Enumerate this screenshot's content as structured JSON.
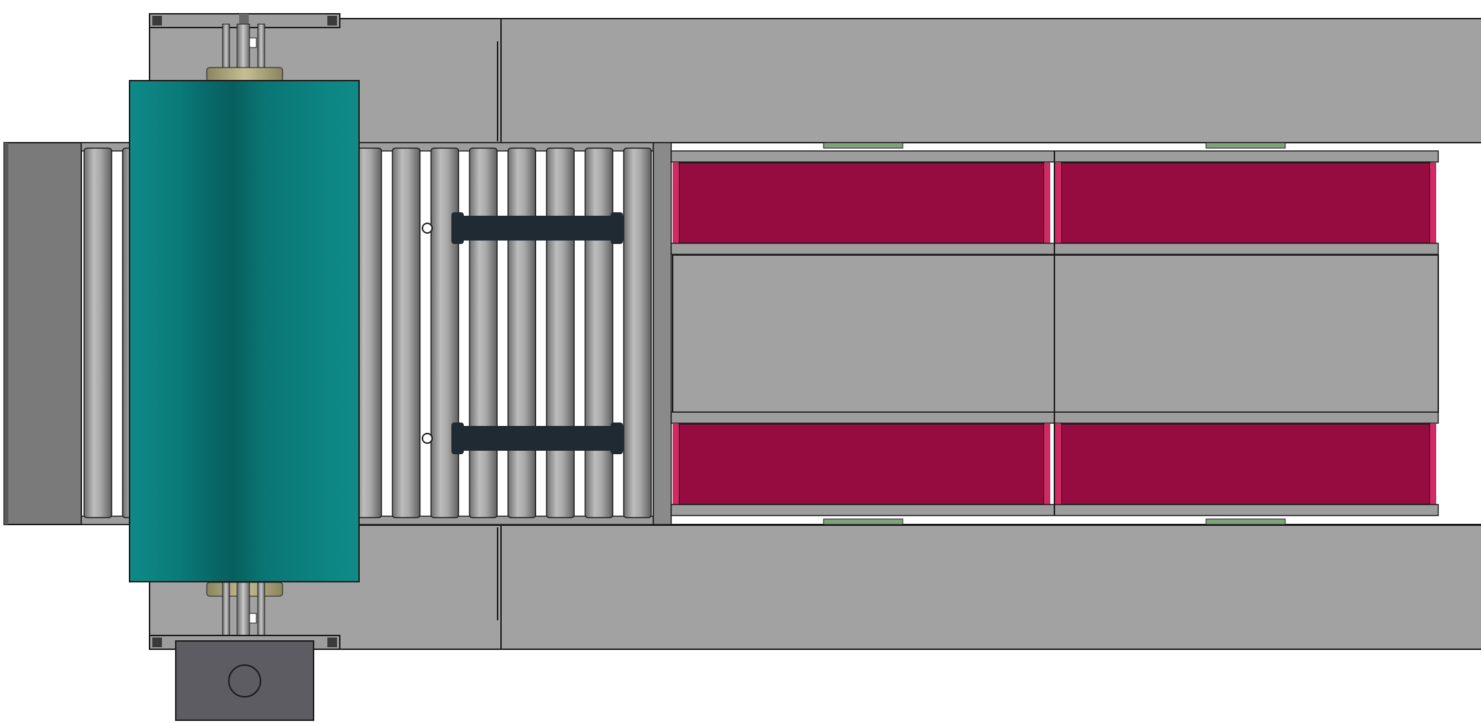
{
  "diagram": {
    "view": "top view",
    "colors": {
      "background": "#ffffff",
      "frame_plate": "#a2a2a2",
      "frame_dark": "#7a7a7a",
      "outline": "#1a1a1a",
      "drum": "#0a7c7b",
      "drum_dark": "#06615f",
      "drum_light": "#1a8f8c",
      "mat_pad": "#960c41",
      "mat_pad_edge": "#d02a63",
      "bearing": "#a9a27a",
      "motor_box": "#5d5c63",
      "chain": "#1f2a33",
      "roller": "#9a9a9a"
    },
    "components": [
      {
        "id": "infeed-plate",
        "icon": "plate-shape"
      },
      {
        "id": "top-frame-plate",
        "icon": "plate-shape"
      },
      {
        "id": "bottom-frame-plate",
        "icon": "plate-shape"
      },
      {
        "id": "roller-conveyor",
        "icon": "roller-bed-shape",
        "roller_count": 15
      },
      {
        "id": "drive-chain-upper",
        "icon": "chain-shape"
      },
      {
        "id": "drive-chain-lower",
        "icon": "chain-shape"
      },
      {
        "id": "drum",
        "icon": "drum-shape"
      },
      {
        "id": "top-bearing-bracket",
        "icon": "bracket-shape"
      },
      {
        "id": "bottom-bearing-bracket",
        "icon": "bracket-shape"
      },
      {
        "id": "motor-box",
        "icon": "motor-shape"
      },
      {
        "id": "press-frame",
        "icon": "frame-shape"
      },
      {
        "id": "press-pads",
        "icon": "pad-shape",
        "pad_count": 4
      }
    ]
  }
}
